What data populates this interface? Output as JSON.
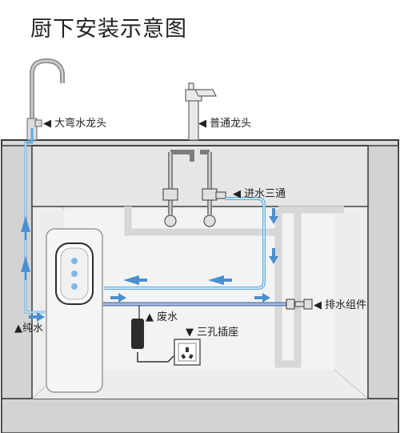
{
  "title": "厨下安装示意图",
  "labels": {
    "big_faucet": "◀ 大弯水龙头",
    "normal_faucet": "◀ 普通龙头",
    "inlet_tee": "◀ 进水三通",
    "drain": "◀ 排水组件",
    "waste": "▲ 废水",
    "socket": "▼ 三孔插座",
    "pure_water": "▲纯水"
  },
  "colors": {
    "pure_line": "#5aaee6",
    "flow_arrow": "#4a90d0",
    "drain_pipe": "#5f7fb5",
    "cabinet": "#d9d9d9",
    "outline": "#3b3b3b"
  }
}
